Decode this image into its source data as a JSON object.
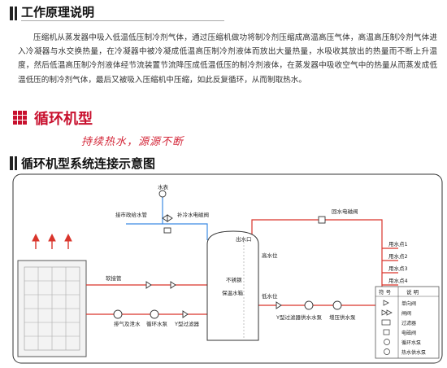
{
  "section1": {
    "title": "工作原理说明"
  },
  "paragraph": "压缩机从蒸发器中吸入低温低压制冷剂气体，通过压缩机做功将制冷剂压缩成高温高压气体，高温高压制冷剂气体进入冷凝器与水交换热量，在冷凝器中被冷凝成低温高压制冷剂液体而放出大量热量，水吸收其放出的热量而不断上升温度，然后低温高压制冷剂液体经节流装置节流降压成低温低压的制冷剂液体，在蒸发器中吸收空气中的热量从而蒸发成低温低压的制冷剂气体，最后又被吸入压缩机中压缩，如此反复循环，从而制取热水。",
  "cycle": {
    "title": "循环机型",
    "slogan": "持续热水，源源不断"
  },
  "section2": {
    "title": "循环机型系统连接示意图"
  },
  "diagram": {
    "water_meter": "水表",
    "city_water": "接市政给水管",
    "makeup_valve": "补冷水电磁阀",
    "outlet": "出水口",
    "high_level": "高水位",
    "low_level": "低水位",
    "tank_line1": "不锈钢",
    "tank_line2": "保温水箱",
    "return_valve": "回水电磁阀",
    "outlets": [
      "用水点1",
      "用水点2",
      "用水点3",
      "用水点4"
    ],
    "soft_pipe": "软接管",
    "drain_valve": "排气及泄水",
    "circ_pump": "循环水泵",
    "y_filter": "Y型过滤器",
    "y_filter2": "Y型过滤器",
    "supply_pump": "供水水泵",
    "boost_pump": "增压供水泵",
    "legend": {
      "headers": [
        "符 号",
        "说 明"
      ],
      "items": [
        "单向阀",
        "闸阀",
        "过滤器",
        "电磁阀",
        "循环水泵",
        "热水供水泵"
      ]
    }
  }
}
